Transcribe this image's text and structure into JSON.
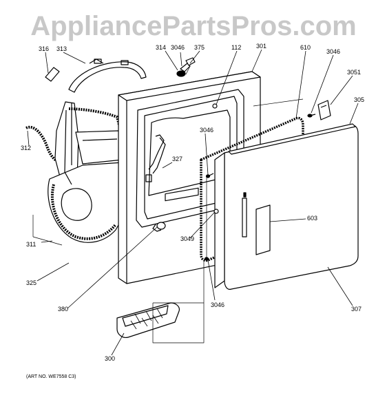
{
  "watermark": "AppliancePartsPros.com",
  "art_number": "(ART NO. WE7558 C3)",
  "callouts": {
    "c316": "316",
    "c313": "313",
    "c314": "314",
    "c3046_top": "3046",
    "c375": "375",
    "c112": "112",
    "c301": "301",
    "c610": "610",
    "c3046_right": "3046",
    "c3051": "3051",
    "c305": "305",
    "c312": "312",
    "c3046_mid": "3046",
    "c327": "327",
    "c603": "603",
    "c3049": "3049",
    "c311": "311",
    "c325": "325",
    "c380": "380",
    "c3046_bottom": "3046",
    "c307": "307",
    "c300": "300"
  }
}
